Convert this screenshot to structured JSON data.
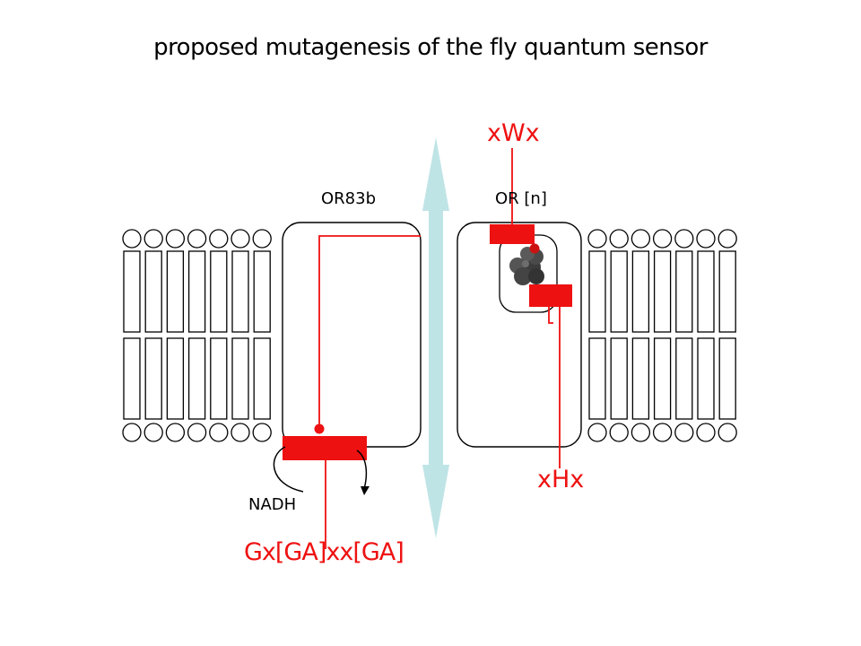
{
  "title": "proposed mutagenesis of the fly quantum sensor",
  "labels": {
    "or83b": "OR83b",
    "or_n": "OR [n]",
    "nadh": "NADH",
    "xwx": "xWx",
    "xhx": "xHx",
    "gxga": "Gx[GA]xx[GA]"
  },
  "colors": {
    "accent": "#ee1111",
    "arrow": "#bfe4e6",
    "molecule": "#3a3a3a"
  }
}
